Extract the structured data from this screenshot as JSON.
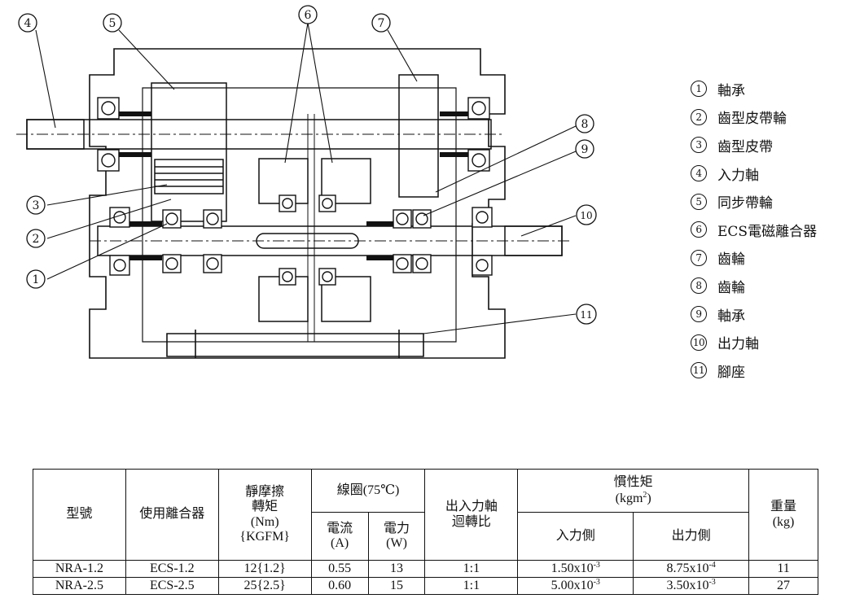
{
  "callouts": [
    {
      "n": "4"
    },
    {
      "n": "5"
    },
    {
      "n": "6"
    },
    {
      "n": "7"
    },
    {
      "n": "8"
    },
    {
      "n": "9"
    },
    {
      "n": "10"
    },
    {
      "n": "3"
    },
    {
      "n": "2"
    },
    {
      "n": "1"
    },
    {
      "n": "11"
    }
  ],
  "legend": [
    {
      "num": "1",
      "label": "軸承"
    },
    {
      "num": "2",
      "label": "齒型皮帶輪"
    },
    {
      "num": "3",
      "label": "齒型皮帶"
    },
    {
      "num": "4",
      "label": "入力軸"
    },
    {
      "num": "5",
      "label": "同步帶輪"
    },
    {
      "num": "6",
      "label": "ECS電磁離合器"
    },
    {
      "num": "7",
      "label": "齒輪"
    },
    {
      "num": "8",
      "label": "齒輪"
    },
    {
      "num": "9",
      "label": "軸承"
    },
    {
      "num": "10",
      "label": "出力軸"
    },
    {
      "num": "11",
      "label": "腳座"
    }
  ],
  "table": {
    "headers": {
      "model": "型號",
      "clutch": "使用離合器",
      "torque_1": "靜摩擦",
      "torque_2": "轉矩",
      "torque_3": "(Nm)",
      "torque_4": "{KGFM}",
      "coil": "線圈(75℃)",
      "current_1": "電流",
      "current_2": "(A)",
      "power_1": "電力",
      "power_2": "(W)",
      "ratio_1": "出入力軸",
      "ratio_2": "迴轉比",
      "inertia_1": "慣性矩",
      "inertia_2": "(kgm",
      "inertia_sup": "2",
      "inertia_3": ")",
      "input_side": "入力側",
      "output_side": "出力側",
      "weight_1": "重量",
      "weight_2": "(kg)"
    },
    "rows": [
      {
        "model": "NRA-1.2",
        "clutch": "ECS-1.2",
        "torque": "12{1.2}",
        "current": "0.55",
        "power": "13",
        "ratio": "1:1",
        "in_base": "1.50x10",
        "in_exp": "-3",
        "out_base": "8.75x10",
        "out_exp": "-4",
        "weight": "11"
      },
      {
        "model": "NRA-2.5",
        "clutch": "ECS-2.5",
        "torque": "25{2.5}",
        "current": "0.60",
        "power": "15",
        "ratio": "1:1",
        "in_base": "5.00x10",
        "in_exp": "-3",
        "out_base": "3.50x10",
        "out_exp": "-3",
        "weight": "27"
      }
    ]
  }
}
